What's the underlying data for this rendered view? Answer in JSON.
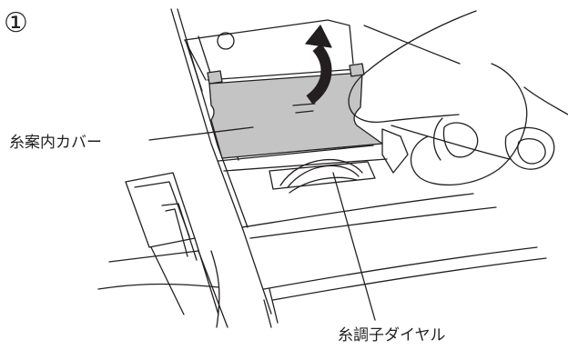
{
  "step_number": "①",
  "labels": {
    "thread_guide_cover": "糸案内カバー",
    "thread_tension_dial": "糸調子ダイヤル"
  },
  "colors": {
    "line": "#231f20",
    "cover_fill": "#c4c4c4",
    "arrow": "#231f20",
    "background": "#ffffff"
  }
}
